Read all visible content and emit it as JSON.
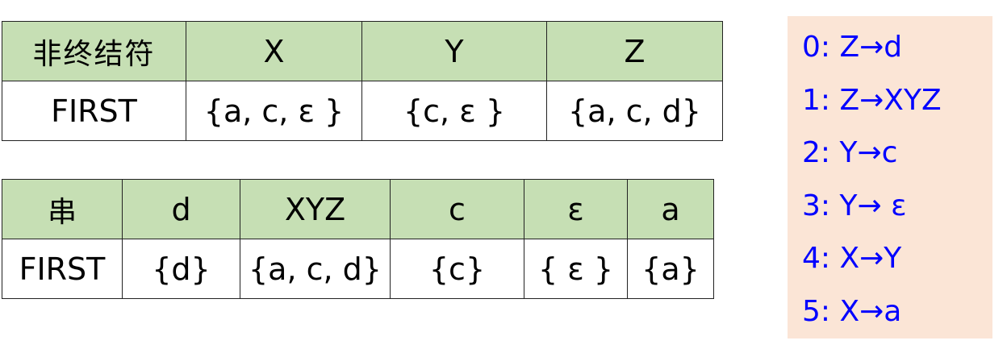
{
  "table1": {
    "header": [
      "非终结符",
      "X",
      "Y",
      "Z"
    ],
    "row": [
      "FIRST",
      "{a, c, ε }",
      "{c, ε }",
      "{a, c, d}"
    ]
  },
  "table2": {
    "header": [
      "串",
      "d",
      "XYZ",
      "c",
      "ε",
      "a"
    ],
    "row": [
      "FIRST",
      "{d}",
      "{a, c, d}",
      "{c}",
      "{ ε }",
      "{a}"
    ]
  },
  "productions": [
    "0: Z→d",
    "1: Z→XYZ",
    "2: Y→c",
    "3: Y→ ε",
    "4: X→Y",
    "5: X→a"
  ],
  "colors": {
    "header_bg": "#c6dfb4",
    "productions_bg": "#fbe5d6",
    "productions_text": "#0000ff"
  }
}
